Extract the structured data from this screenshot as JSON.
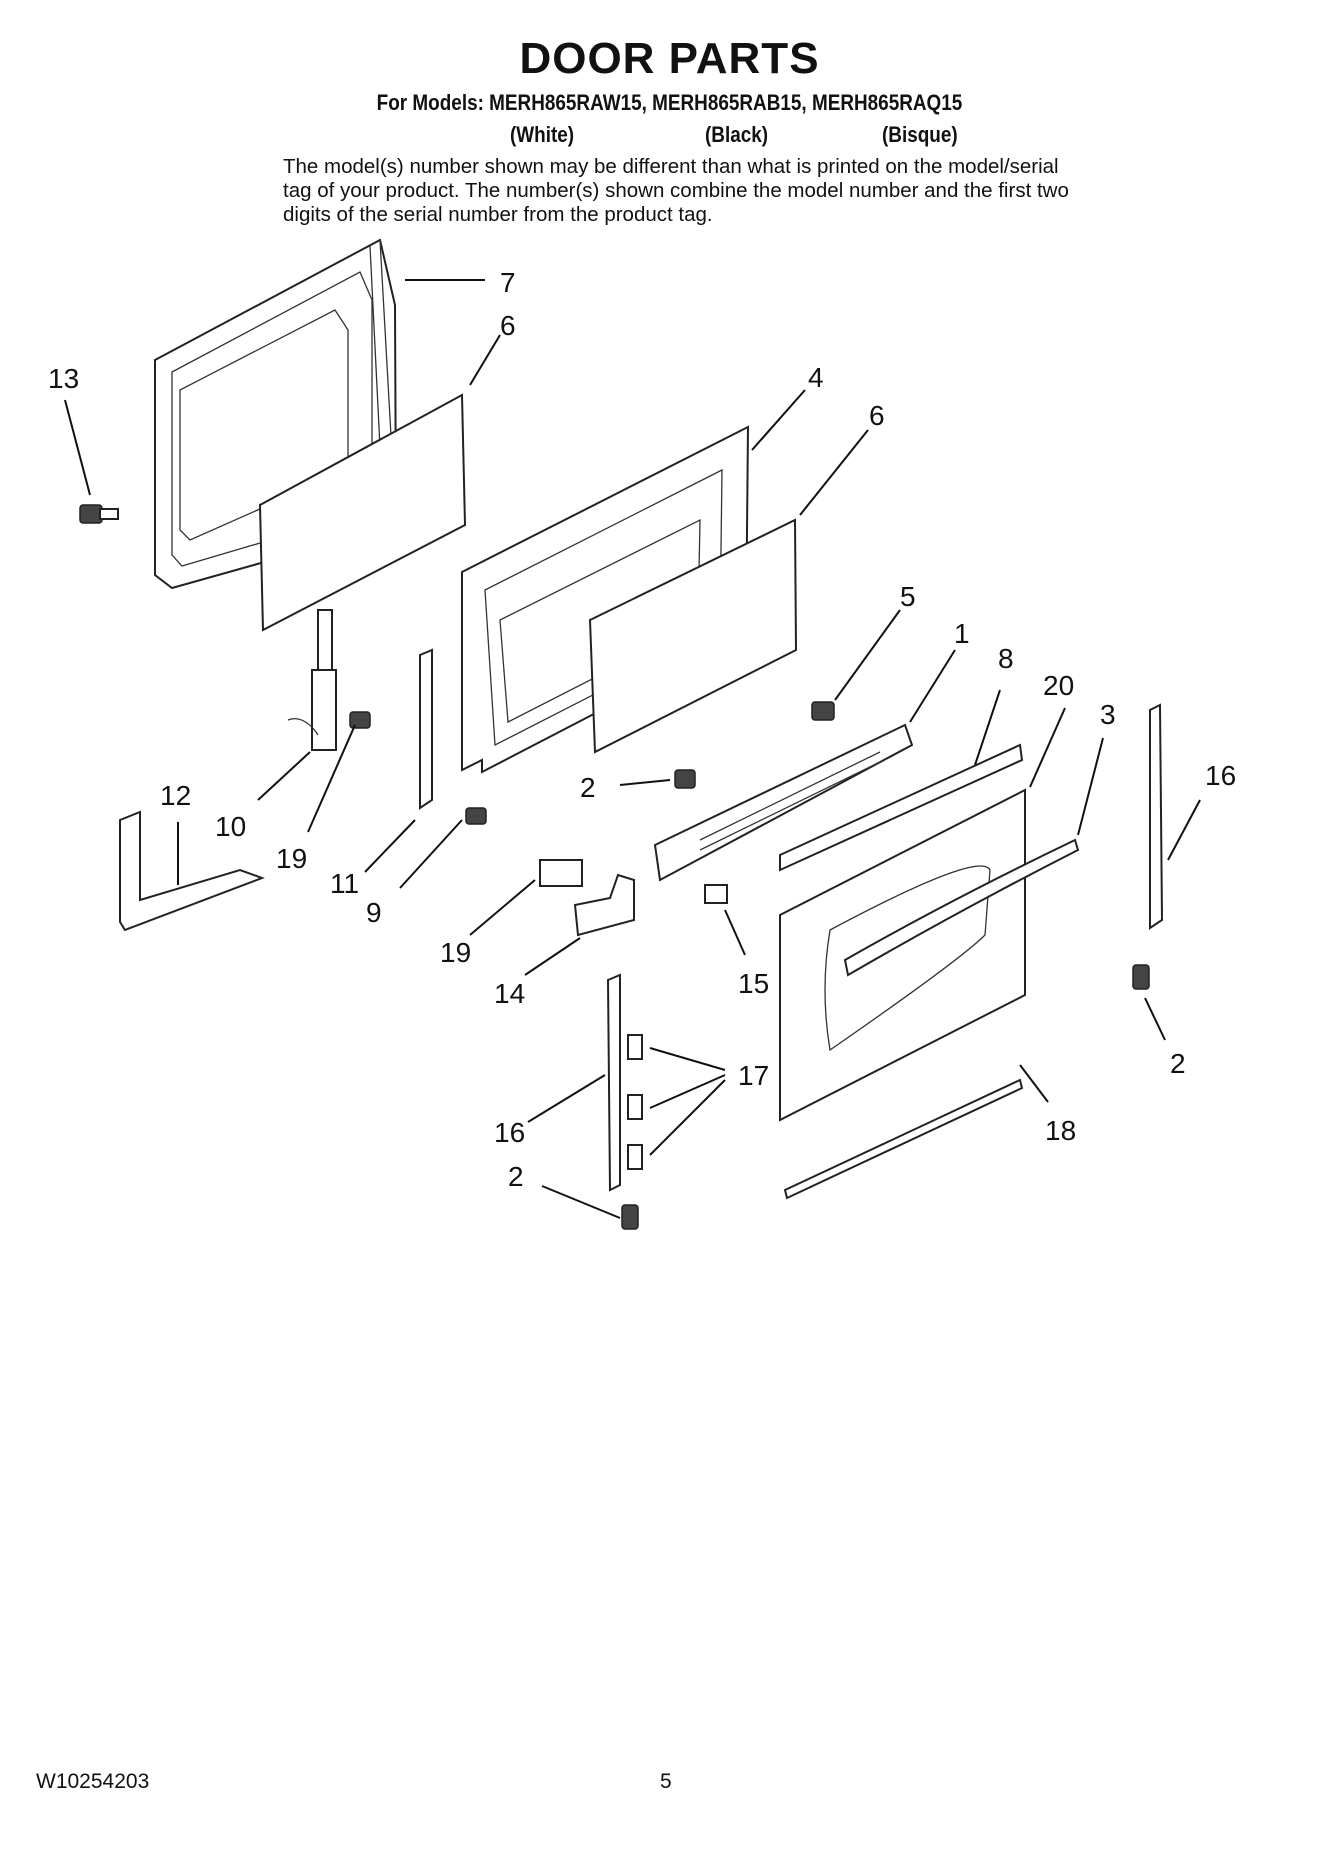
{
  "header": {
    "title": "DOOR PARTS",
    "models_line": "For Models: MERH865RAW15, MERH865RAB15, MERH865RAQ15",
    "colors": [
      "(White)",
      "(Black)",
      "(Bisque)"
    ],
    "note": "The model(s) number shown may be different than what is printed on the model/serial tag of your product. The number(s) shown combine the model number and the first two digits of the serial number from the product tag."
  },
  "callouts": {
    "c7": "7",
    "c6a": "6",
    "c13": "13",
    "c4": "4",
    "c6b": "6",
    "c5": "5",
    "c1": "1",
    "c8": "8",
    "c20": "20",
    "c3": "3",
    "c16a": "16",
    "c12": "12",
    "c10": "10",
    "c19a": "19",
    "c2a": "2",
    "c11": "11",
    "c9": "9",
    "c19b": "19",
    "c14": "14",
    "c15": "15",
    "c17": "17",
    "c2b": "2",
    "c16b": "16",
    "c18": "18",
    "c2c": "2"
  },
  "footer": {
    "doc_number": "W10254203",
    "page": "5"
  }
}
